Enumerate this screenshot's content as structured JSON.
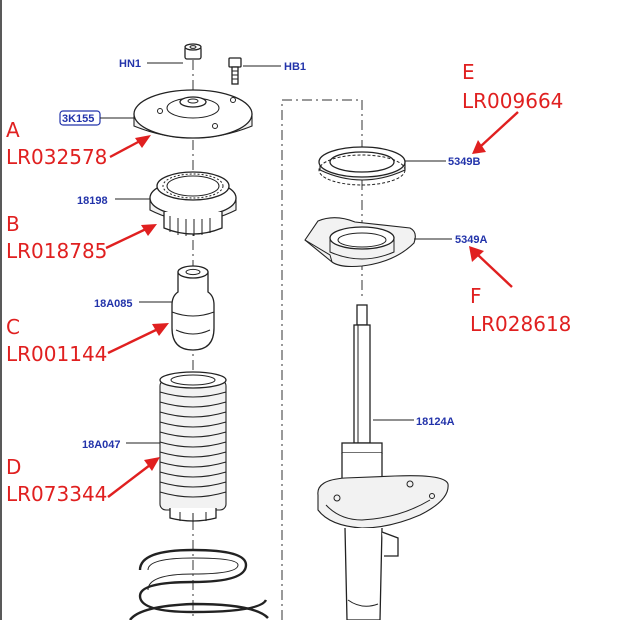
{
  "diagram": {
    "part_codes": {
      "hn1": "HN1",
      "hb1": "HB1",
      "k3k155": "3K155",
      "n18198": "18198",
      "n18a085": "18A085",
      "n18a047": "18A047",
      "n5349b": "5349B",
      "n5349a": "5349A",
      "n18124a": "18124A"
    },
    "callouts": {
      "a": {
        "letter": "A",
        "part_number": "LR032578"
      },
      "b": {
        "letter": "B",
        "part_number": "LR018785"
      },
      "c": {
        "letter": "C",
        "part_number": "LR001144"
      },
      "d": {
        "letter": "D",
        "part_number": "LR073344"
      },
      "e": {
        "letter": "E",
        "part_number": "LR009664"
      },
      "f": {
        "letter": "F",
        "part_number": "LR028618"
      }
    },
    "colors": {
      "part_code_text": "#2233aa",
      "callout_text": "#e02020",
      "line_art": "#222222"
    }
  }
}
